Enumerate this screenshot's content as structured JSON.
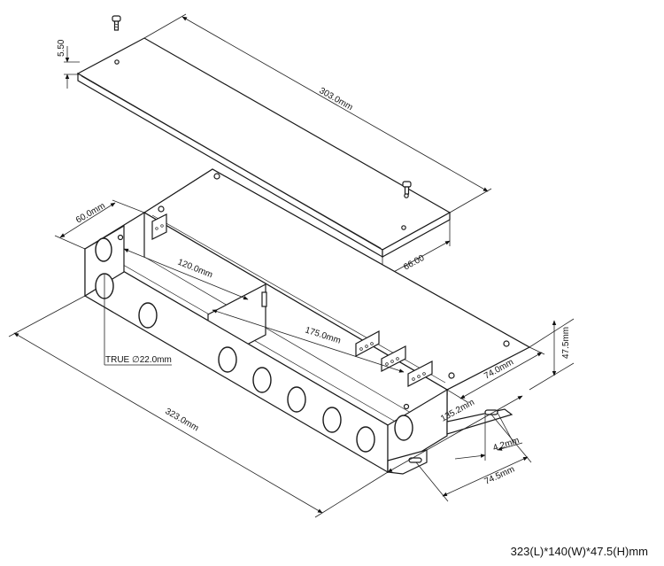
{
  "dimensions": {
    "screw_height": "5.50",
    "lid_length": "303.0mm",
    "lid_width": "66.00",
    "box_depth": "60.0mm",
    "compartment_length": "120.0mm",
    "inner_length": "175.0mm",
    "knockout_label": "TRUE ∅22.0mm",
    "overall_length": "323.0mm",
    "top_width": "74.0mm",
    "height": "47.5mm",
    "base_width": "135.2mm",
    "slot_width": "4.2mm",
    "flange_spacing": "74.5mm"
  },
  "caption": "323(L)*140(W)*47.5(H)mm"
}
